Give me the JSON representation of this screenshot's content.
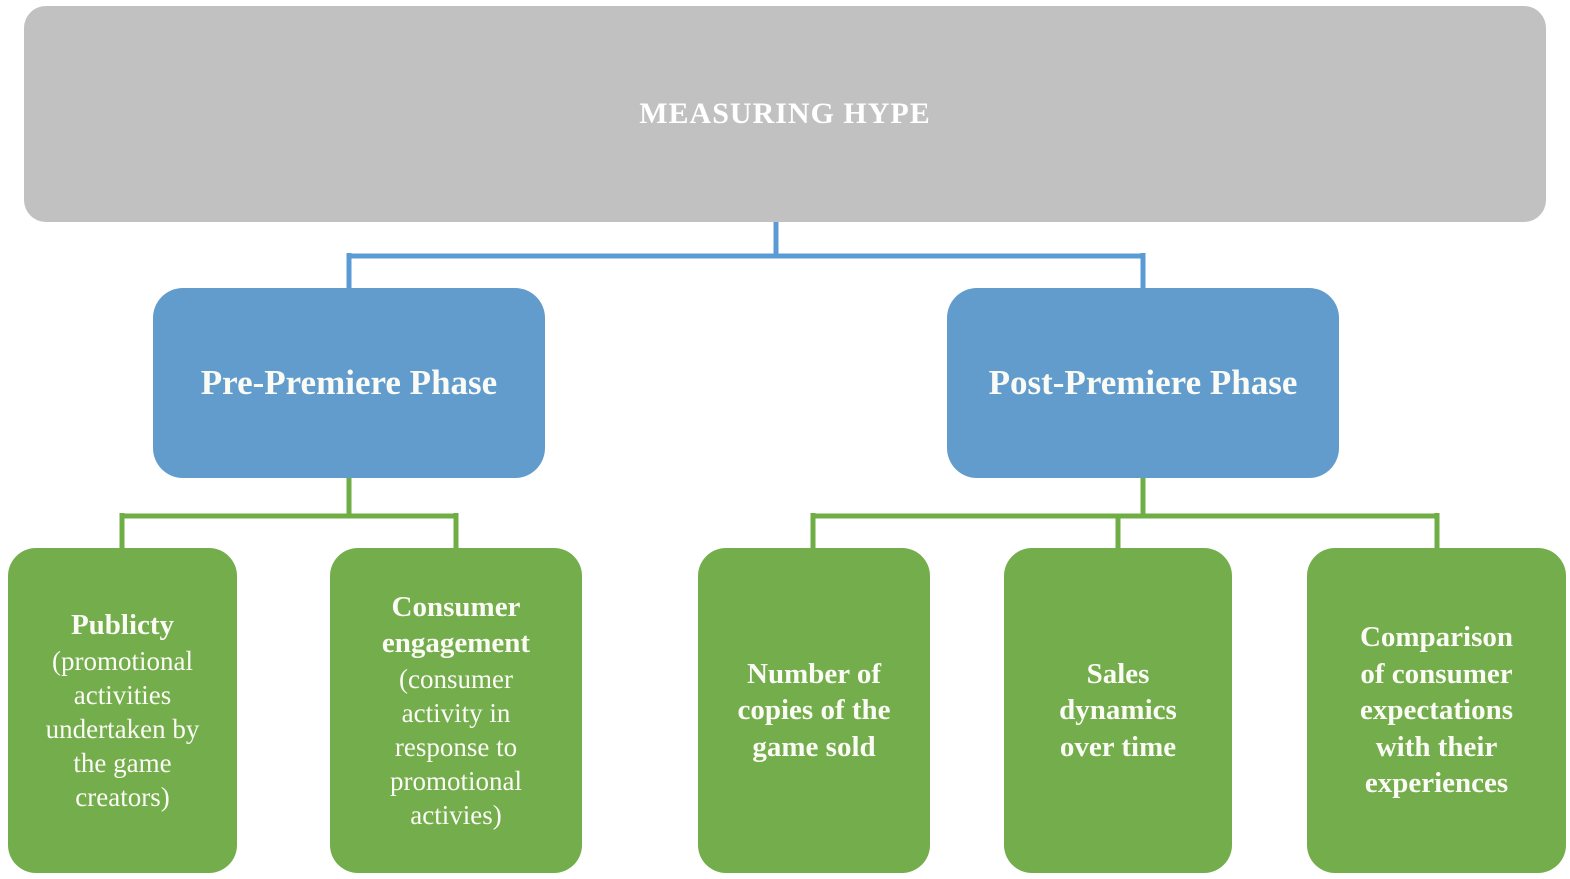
{
  "diagram": {
    "root": {
      "title": "MEASURING HYPE"
    },
    "phases": [
      {
        "label": "Pre-Premiere Phase",
        "children": [
          {
            "heading": "Publicty",
            "detail": "(promotional activities undertaken by the game creators)"
          },
          {
            "heading": "Consumer engagement",
            "detail": "(consumer activity in response to promotional activies)"
          }
        ]
      },
      {
        "label": "Post-Premiere Phase",
        "children": [
          {
            "heading": "Number of copies of the game sold",
            "detail": ""
          },
          {
            "heading": "Sales dynamics over time",
            "detail": ""
          },
          {
            "heading": "Comparison of consumer expectations with their experiences",
            "detail": ""
          }
        ]
      }
    ],
    "colors": {
      "root_fill": "#c1c1c1",
      "phase_fill": "#619ccd",
      "metric_fill": "#74ad4b",
      "connector_blue": "#5b9bd5",
      "connector_green": "#6fae45",
      "text": "#ffffff"
    }
  }
}
